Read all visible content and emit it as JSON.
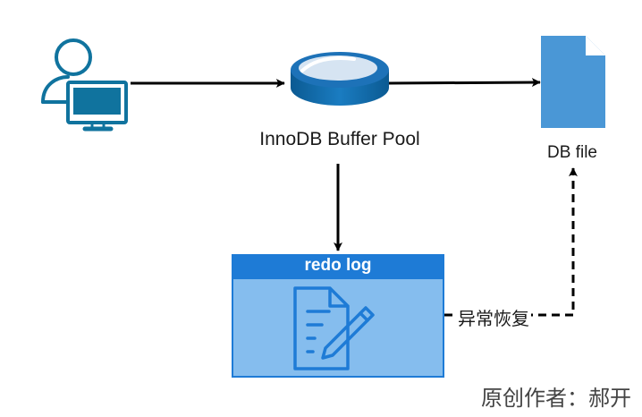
{
  "nodes": {
    "buffer_pool": "InnoDB Buffer Pool",
    "db_file": "DB file",
    "redo_log": "redo log"
  },
  "edges": {
    "recovery": "异常恢复"
  },
  "author": "原创作者：郝开",
  "colors": {
    "blue_primary": "#1e7bd6",
    "blue_panel": "#85bdee",
    "db_file": "#4a97d6",
    "disk_top": "#d6e4f2",
    "user_icon": "#10739e",
    "arrow": "#000000"
  },
  "icons": {
    "user": "user-at-computer-icon",
    "buffer_pool": "database-disk-icon",
    "db_file": "document-file-icon",
    "redo_log": "document-edit-icon"
  }
}
